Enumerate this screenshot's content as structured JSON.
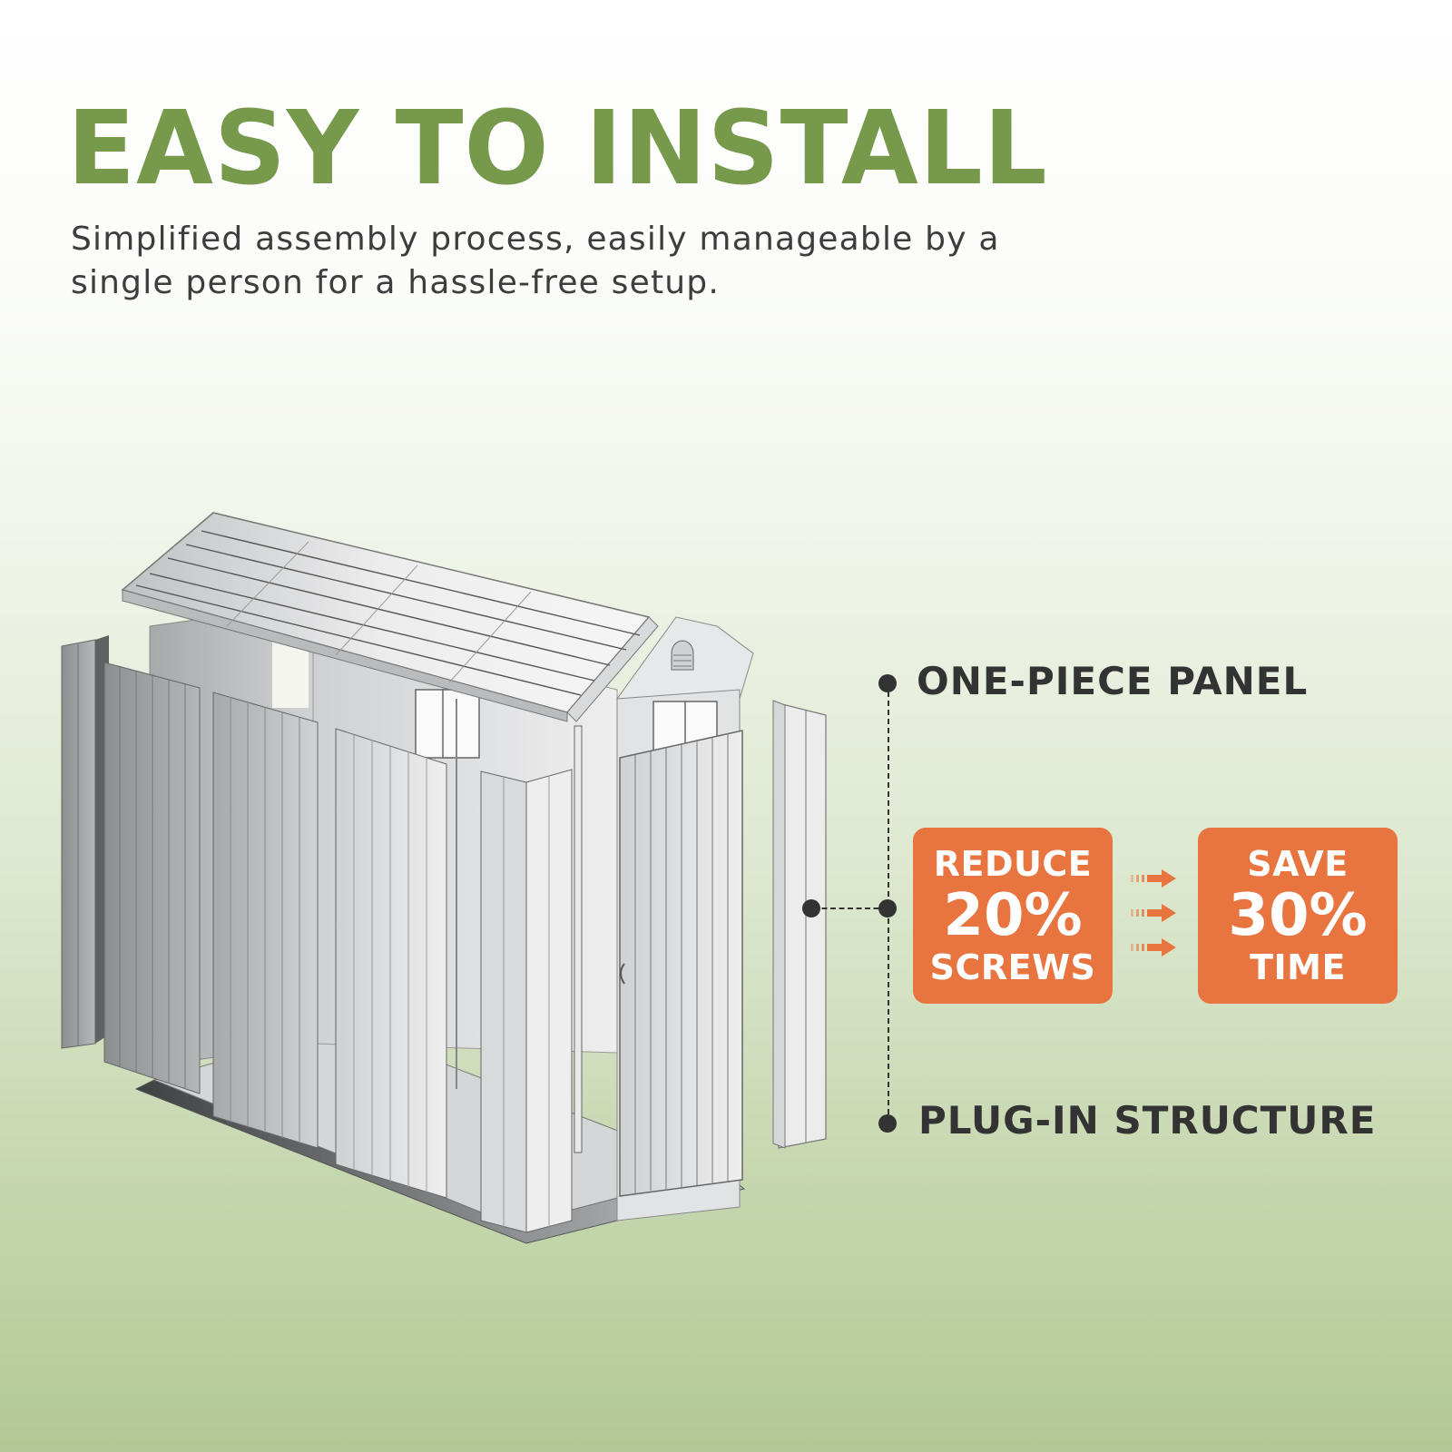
{
  "header": {
    "title": "EASY TO INSTALL",
    "subtitle": "Simplified assembly process, easily manageable by a single person for a hassle-free setup."
  },
  "features": [
    {
      "label": "ONE-PIECE PANEL",
      "icon": "bullet-dot-icon"
    },
    {
      "label": "PLUG-IN STRUCTURE",
      "icon": "bullet-dot-icon"
    }
  ],
  "badges": {
    "reduce": {
      "top": "REDUCE",
      "value": "20%",
      "bottom": "SCREWS"
    },
    "save": {
      "top": "SAVE",
      "value": "30%",
      "bottom": "TIME"
    }
  },
  "illustration": {
    "name": "exploded-shed-diagram",
    "icon": "shed-exploded-view-icon"
  },
  "colors": {
    "title_green": "#76994b",
    "badge_orange": "#e8743f",
    "text_dark": "#333333",
    "background_bottom": "#b3c895"
  }
}
